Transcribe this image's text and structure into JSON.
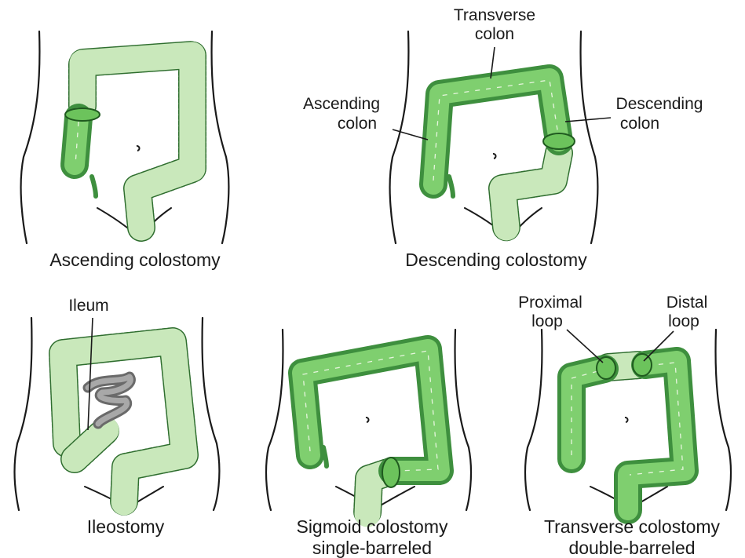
{
  "panels": {
    "ascending": {
      "caption": "Ascending colostomy"
    },
    "descending": {
      "caption": "Descending colostomy",
      "labels": {
        "transverse_line1": "Transverse",
        "transverse_line2": "colon",
        "ascending_line1": "Ascending",
        "ascending_line2": "colon",
        "descending_line1": "Descending",
        "descending_line2": "colon"
      }
    },
    "ileostomy": {
      "caption": "Ileostomy",
      "labels": {
        "ileum": "Ileum"
      }
    },
    "sigmoid": {
      "caption_line1": "Sigmoid colostomy",
      "caption_line2": "single-barreled"
    },
    "transverse": {
      "caption_line1": "Transverse colostomy",
      "caption_line2": "double-barreled",
      "labels": {
        "proximal_line1": "Proximal",
        "proximal_line2": "loop",
        "distal_line1": "Distal",
        "distal_line2": "loop"
      }
    }
  },
  "colors": {
    "functioning_colon": "#6cc35c",
    "nonfunctioning_colon": "#c9e8bb",
    "ileum": "#8a8a8a",
    "outline": "#1a1a1a"
  }
}
